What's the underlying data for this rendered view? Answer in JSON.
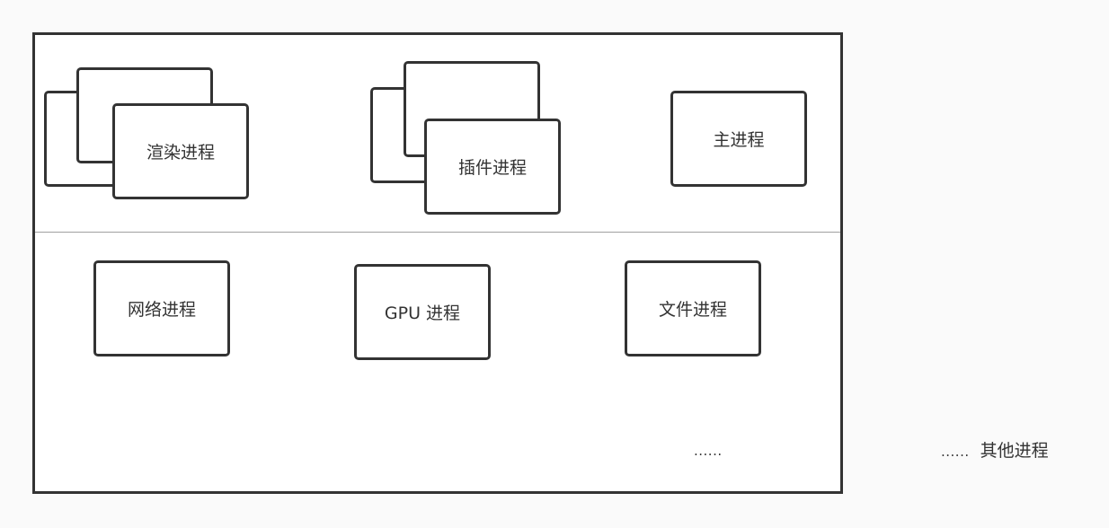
{
  "process_boxes": {
    "renderer": "渲染进程",
    "plugin": "插件进程",
    "main": "主进程",
    "network": "网络进程",
    "gpu": "GPU 进程",
    "file": "文件进程"
  },
  "inner_ellipsis": "......",
  "outside_label": {
    "ellipsis": "......",
    "text": "其他进程"
  }
}
